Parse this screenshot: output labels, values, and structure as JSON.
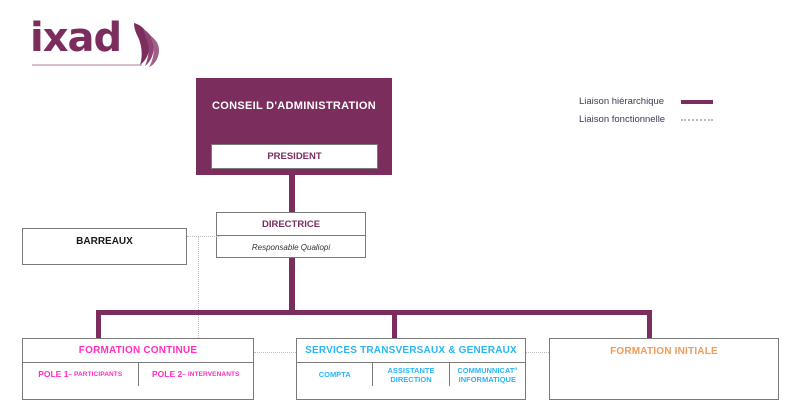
{
  "logo": {
    "wordmark": "ixad",
    "mark_name": "flame-leaf-mark",
    "brand_color": "#7B2D5E"
  },
  "legend": {
    "items": [
      {
        "label": "Liaison hiérarchique",
        "style": "solid",
        "color": "#7B2D5E"
      },
      {
        "label": "Liaison fonctionnelle",
        "style": "dotted",
        "color": "#B8B8B8"
      }
    ]
  },
  "chart": {
    "board": {
      "title": "CONSEIL D'ADMINISTRATION",
      "color": "#FFFFFF",
      "fill": "#7B2D5E"
    },
    "president": {
      "title": "PRESIDENT",
      "color": "#7B2D5E"
    },
    "director": {
      "title": "DIRECTRICE",
      "subtitle": "Responsable Qualiopi",
      "color": "#7B2D5E"
    },
    "bars": {
      "title": "BARREAUX",
      "color": "#1A1A1A"
    },
    "departments": [
      {
        "title": "FORMATION CONTINUE",
        "color": "#FF2EBE",
        "cells": [
          {
            "big": "POLE 1 ",
            "small": "– PARTICIPANTS"
          },
          {
            "big": "POLE 2 ",
            "small": "– INTERVENANTS"
          }
        ]
      },
      {
        "title": "SERVICES TRANSVERSAUX & GENERAUX",
        "color": "#29B6F6",
        "cells": [
          {
            "line1": "COMPTA",
            "line2": ""
          },
          {
            "line1": "ASSISTANTE",
            "line2": "DIRECTION"
          },
          {
            "line1": "COMMUNNICAT°",
            "line2": "INFORMATIQUE"
          }
        ]
      },
      {
        "title": "FORMATION INITIALE",
        "color": "#F39A55",
        "cells": []
      }
    ]
  }
}
